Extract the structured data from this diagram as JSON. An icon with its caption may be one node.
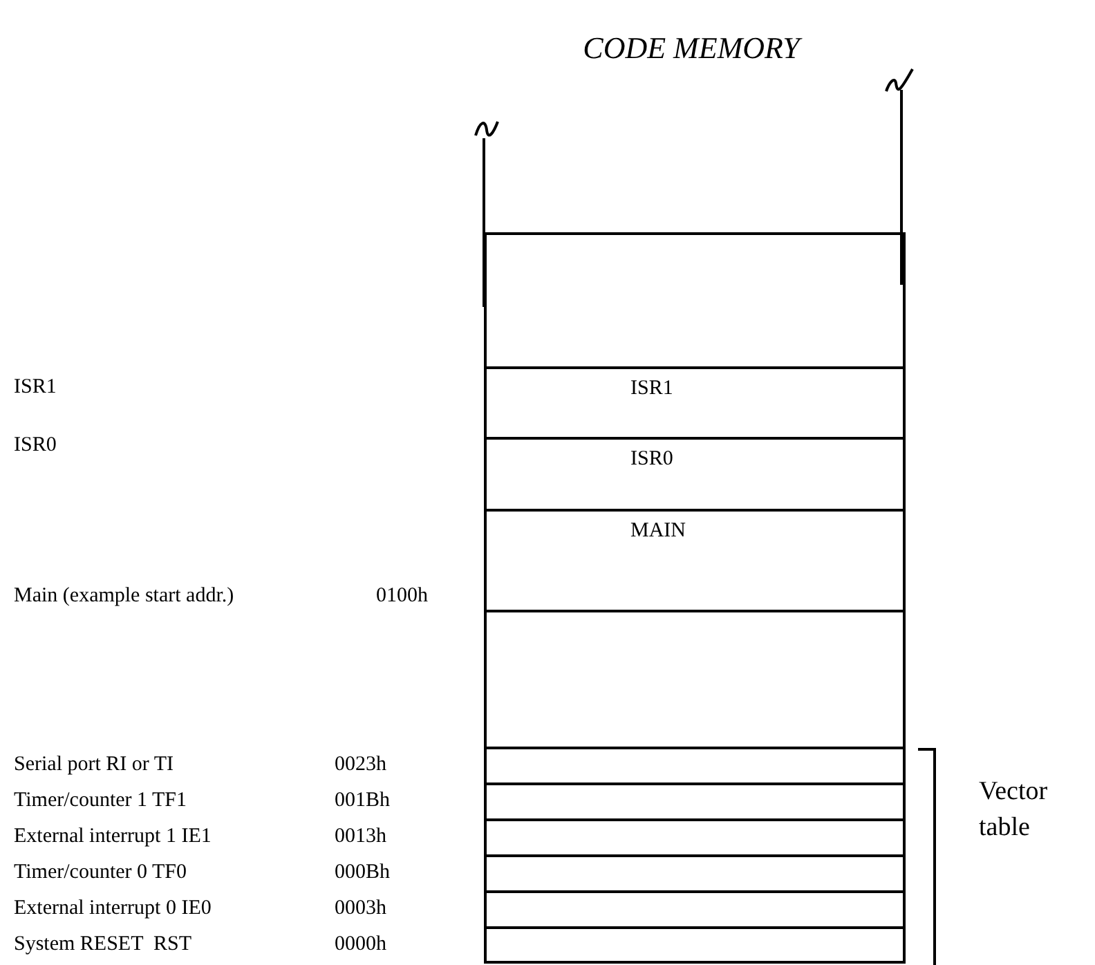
{
  "diagram": {
    "title": "CODE MEMORY",
    "nodes": [
      {
        "text": [],
        "shape": "box"
      },
      {
        "text": [
          "ISR1"
        ]
      },
      {
        "text": [
          "ISR0"
        ]
      },
      {
        "text": [
          "MAIN"
        ]
      },
      {
        "text": [],
        "shape": "box"
      },
      {
        "text": [],
        "shape": "box"
      },
      {
        "text": [],
        "shape": "box"
      },
      {
        "text": [],
        "shape": "box"
      },
      {
        "text": [],
        "shape": "box"
      },
      {
        "text": [],
        "shape": "box"
      },
      {
        "text": [],
        "shape": "box"
      }
    ],
    "edges": [],
    "labels": [
      "ISR1",
      "ISR0",
      "Main (example start addr.)",
      "0100h",
      "Serial port RI or TI",
      "0023h",
      "Timer/counter 1 TF1",
      "001Bh",
      "External interrupt 1 IE1",
      "0013h",
      "Timer/counter 0 TF0",
      "000Bh",
      "External interrupt 0 IE0",
      "0003h",
      "System RESET  RST",
      "0000h",
      "Vector table"
    ]
  }
}
